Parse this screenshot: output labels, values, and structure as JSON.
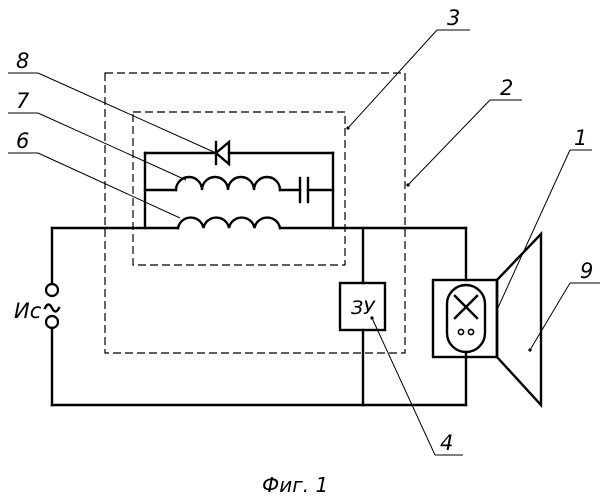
{
  "figure": {
    "caption": "Фиг. 1",
    "source_label": "Ис",
    "source_symbol": "~",
    "charger_label": "ЗУ",
    "callouts": {
      "c1": "1",
      "c2": "2",
      "c3": "3",
      "c4": "4",
      "c6": "6",
      "c7": "7",
      "c8": "8",
      "c9": "9"
    }
  }
}
